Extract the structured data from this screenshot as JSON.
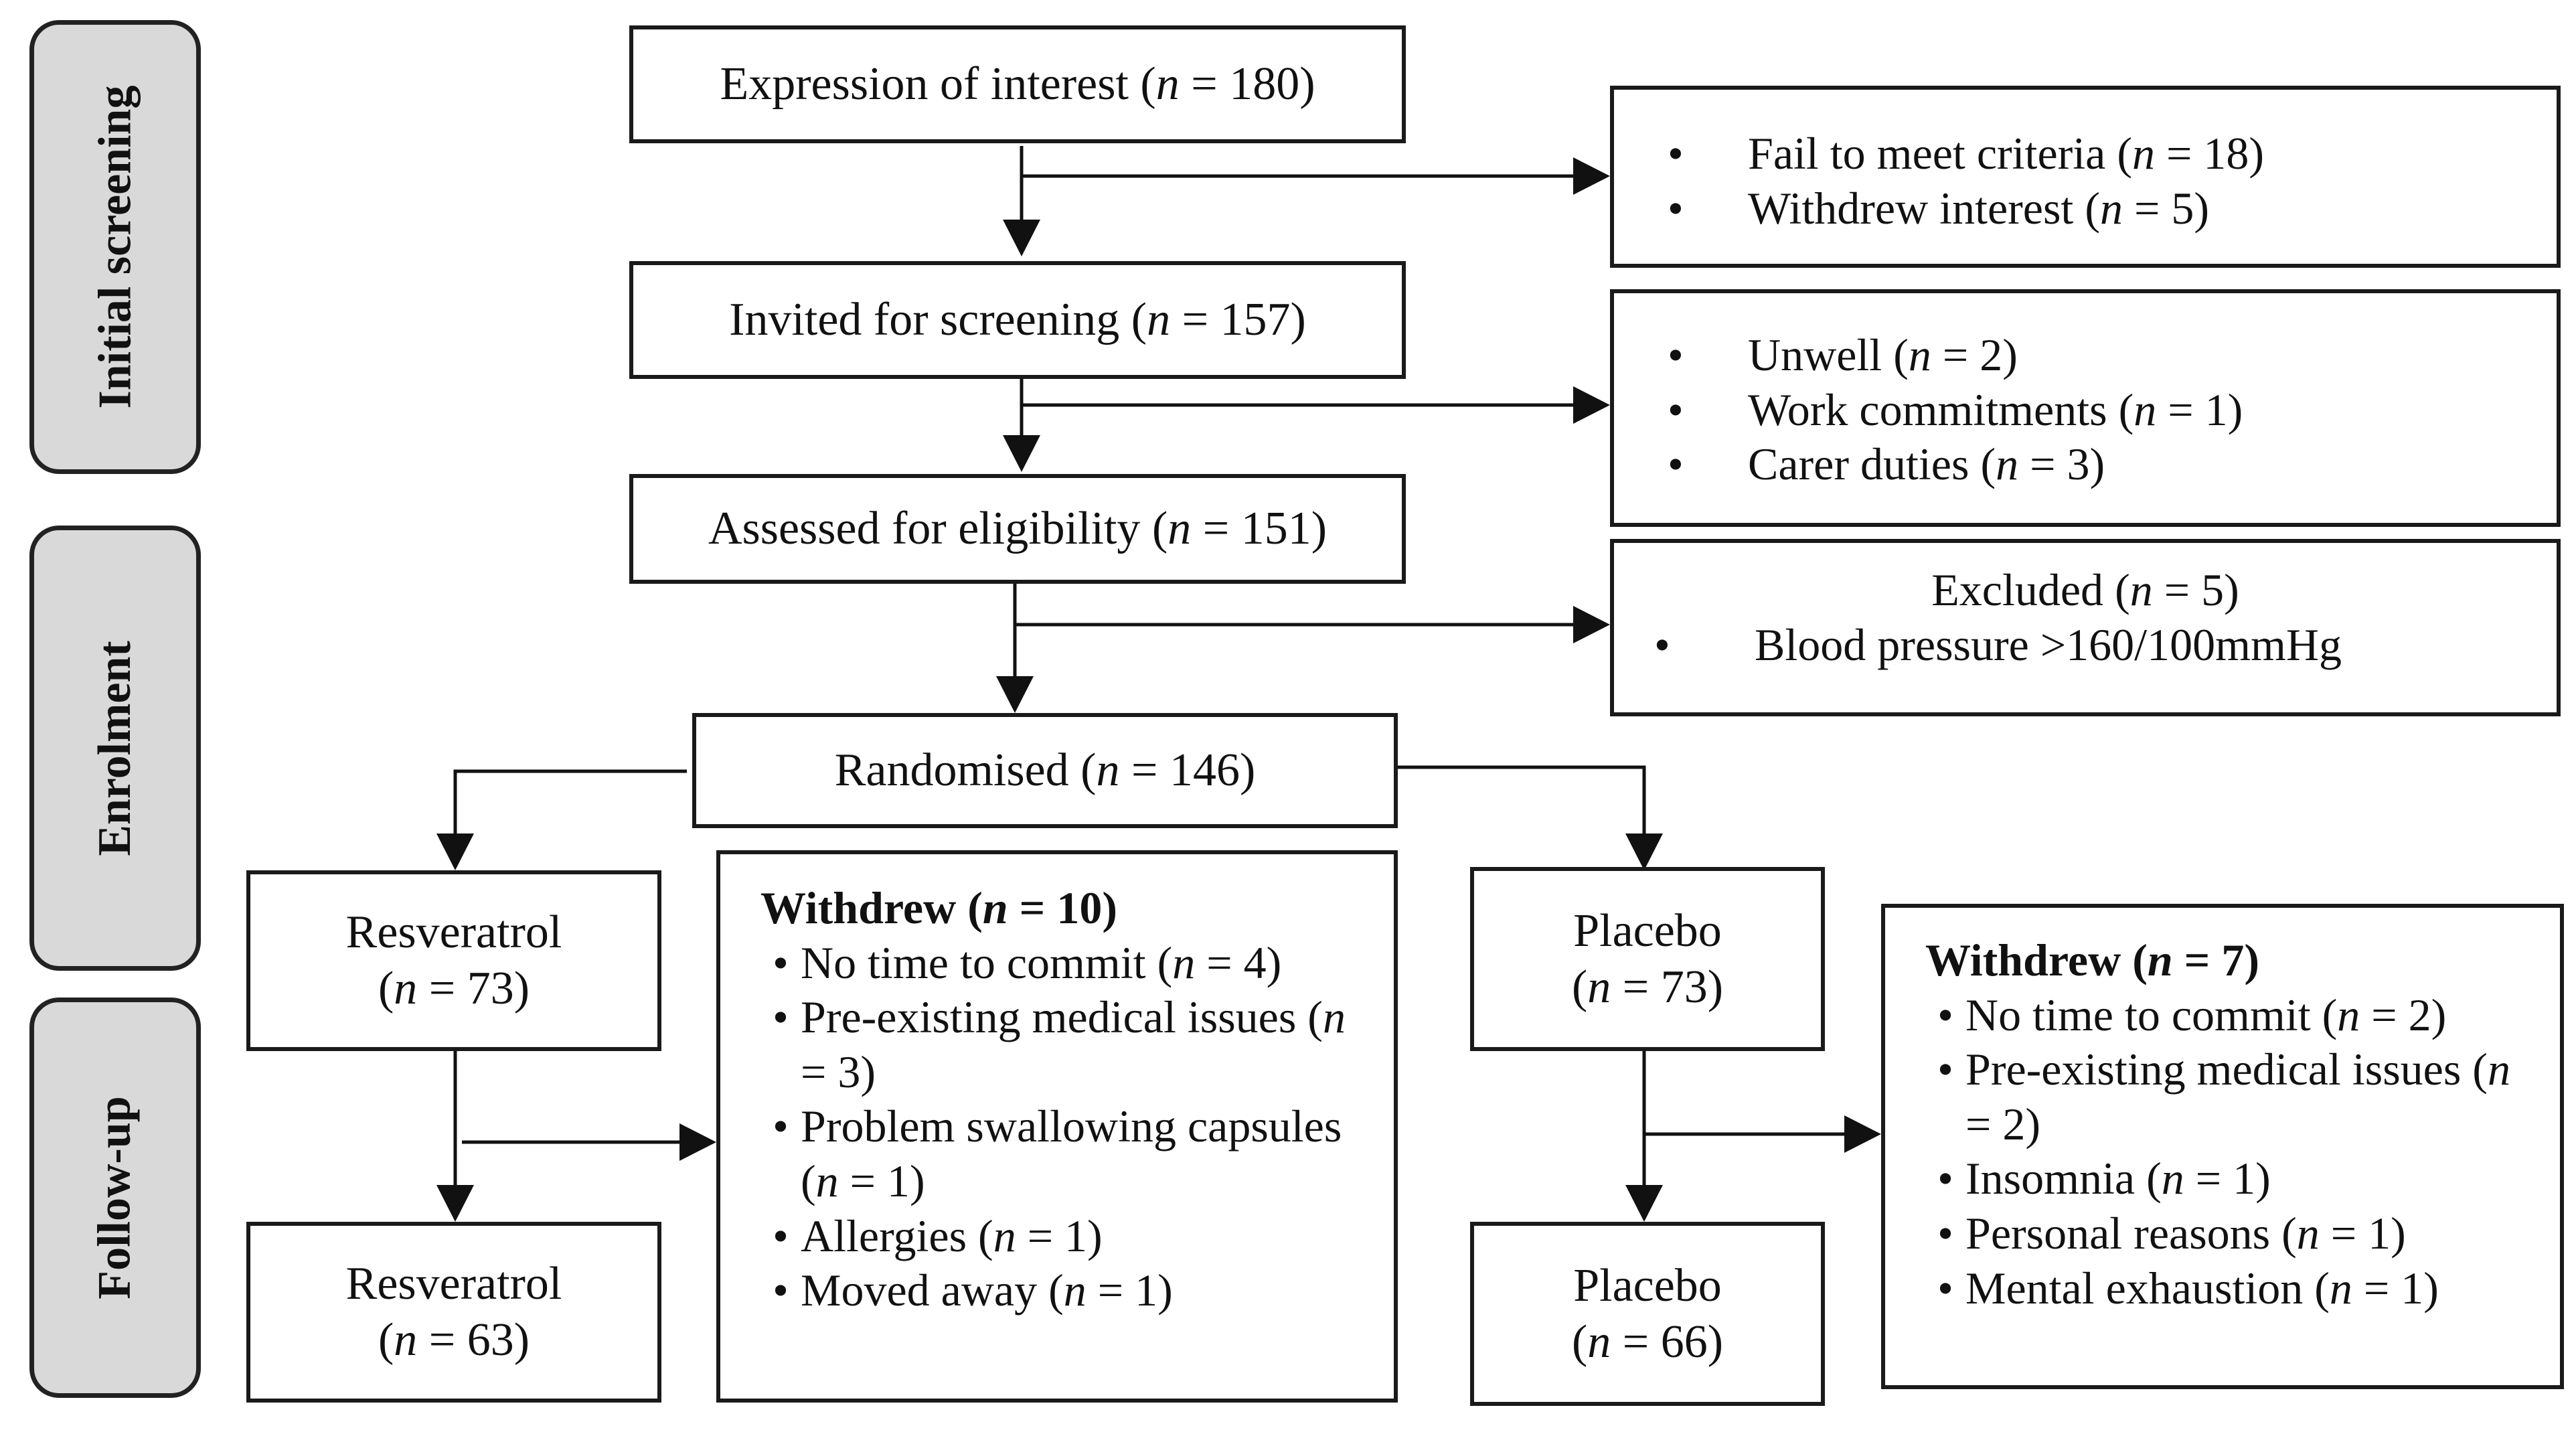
{
  "stages": {
    "initial_screening": "Initial screening",
    "enrolment": "Enrolment",
    "follow_up": "Follow-up"
  },
  "n_symbol": "n",
  "flow": {
    "expression": {
      "label": "Expression of interest",
      "n": "180"
    },
    "invited": {
      "label": "Invited for screening",
      "n": "157"
    },
    "assessed": {
      "label": "Assessed for eligibility",
      "n": "151"
    },
    "randomised": {
      "label": "Randomised",
      "n": "146"
    }
  },
  "exclusions_1": [
    {
      "label": "Fail to meet criteria",
      "n": "18"
    },
    {
      "label": "Withdrew interest",
      "n": "5"
    }
  ],
  "exclusions_2": [
    {
      "label": "Unwell",
      "n": "2"
    },
    {
      "label": "Work commitments",
      "n": "1"
    },
    {
      "label": "Carer duties",
      "n": "3"
    }
  ],
  "excluded": {
    "title": "Excluded",
    "n": "5",
    "items": [
      {
        "label": "Blood pressure >160/100mmHg"
      }
    ]
  },
  "resveratrol_start": {
    "name": "Resveratrol",
    "n": "73"
  },
  "resveratrol_end": {
    "name": "Resveratrol",
    "n": "63"
  },
  "placebo_start": {
    "name": "Placebo",
    "n": "73"
  },
  "placebo_end": {
    "name": "Placebo",
    "n": "66"
  },
  "withdrew_resveratrol": {
    "title": "Withdrew",
    "n": "10",
    "items": [
      {
        "label": "No time to commit",
        "n": "4"
      },
      {
        "label": "Pre-existing medical issues",
        "n": "3"
      },
      {
        "label": "Problem swallowing capsules",
        "n": "1"
      },
      {
        "label": "Allergies",
        "n": "1"
      },
      {
        "label": "Moved away",
        "n": "1"
      }
    ]
  },
  "withdrew_placebo": {
    "title": "Withdrew",
    "n": "7",
    "items": [
      {
        "label": "No time to commit",
        "n": "2"
      },
      {
        "label": "Pre-existing medical issues",
        "n": "2"
      },
      {
        "label": "Insomnia",
        "n": "1"
      },
      {
        "label": "Personal reasons",
        "n": "1"
      },
      {
        "label": "Mental exhaustion",
        "n": "1"
      }
    ]
  }
}
